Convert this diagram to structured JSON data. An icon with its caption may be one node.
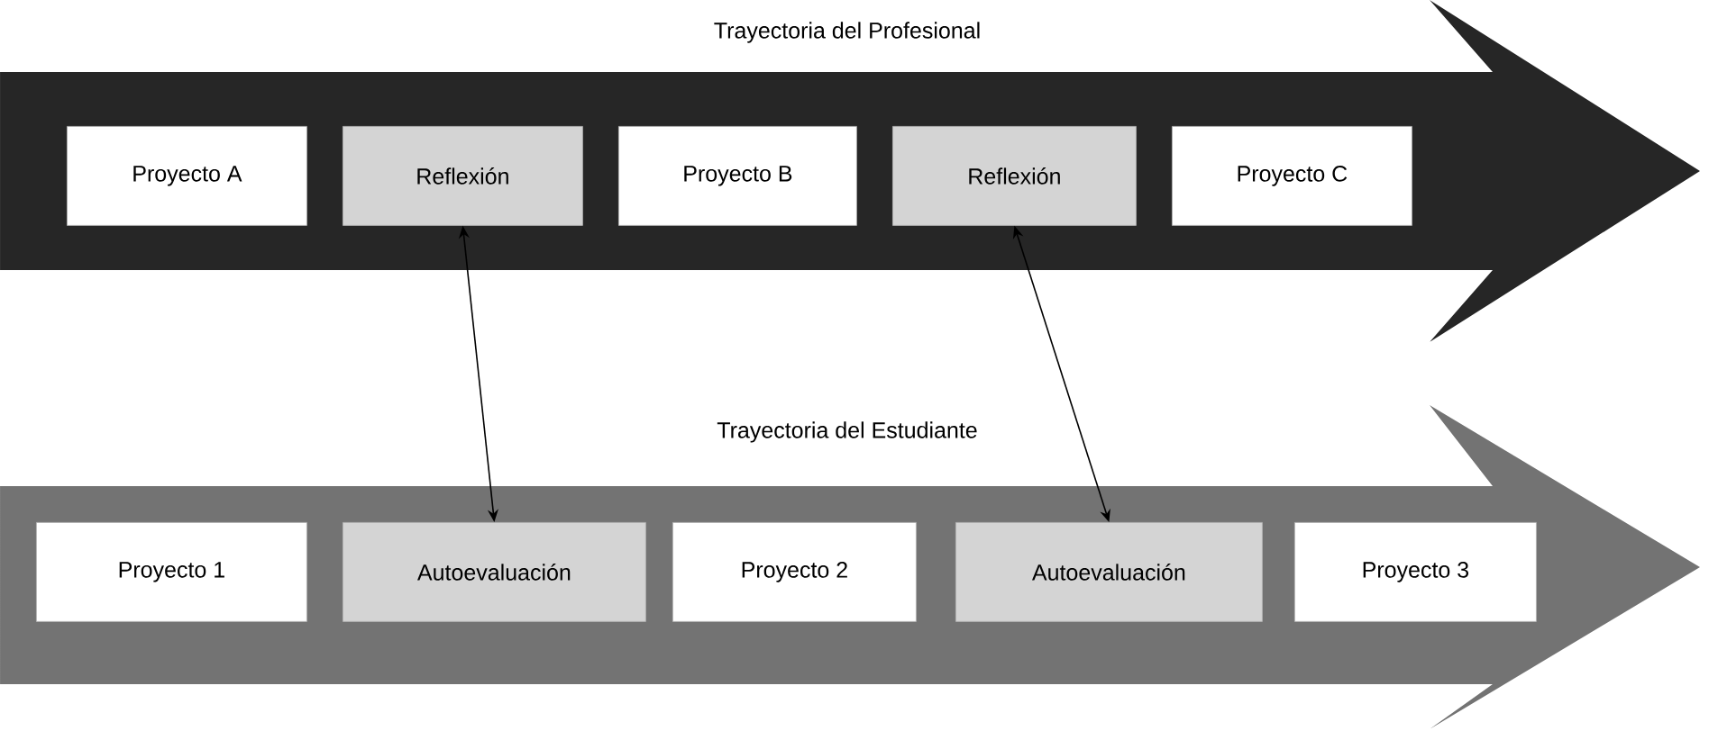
{
  "diagram": {
    "nodes": [
      {
        "text": [
          "Trayectoria del Profesional"
        ]
      },
      {
        "text": [
          "Proyecto A"
        ],
        "in": 0
      },
      {
        "text": [
          "Reflexión"
        ],
        "in": 0
      },
      {
        "text": [
          "Proyecto B"
        ],
        "in": 0
      },
      {
        "text": [
          "Reflexión"
        ],
        "in": 0
      },
      {
        "text": [
          "Proyecto C"
        ],
        "in": 0
      },
      {
        "text": [
          "Trayectoria del Estudiante"
        ]
      },
      {
        "text": [
          "Proyecto 1"
        ],
        "in": 6
      },
      {
        "text": [
          "Autoevaluación"
        ],
        "in": 6
      },
      {
        "text": [
          "Proyecto 2"
        ],
        "in": 6
      },
      {
        "text": [
          "Autoevaluación"
        ],
        "in": 6
      },
      {
        "text": [
          "Proyecto 3"
        ],
        "in": 6
      }
    ],
    "edges": [
      {
        "from": 2,
        "to": 8,
        "arrow": "both"
      },
      {
        "from": 4,
        "to": 10,
        "arrow": "both"
      }
    ]
  }
}
